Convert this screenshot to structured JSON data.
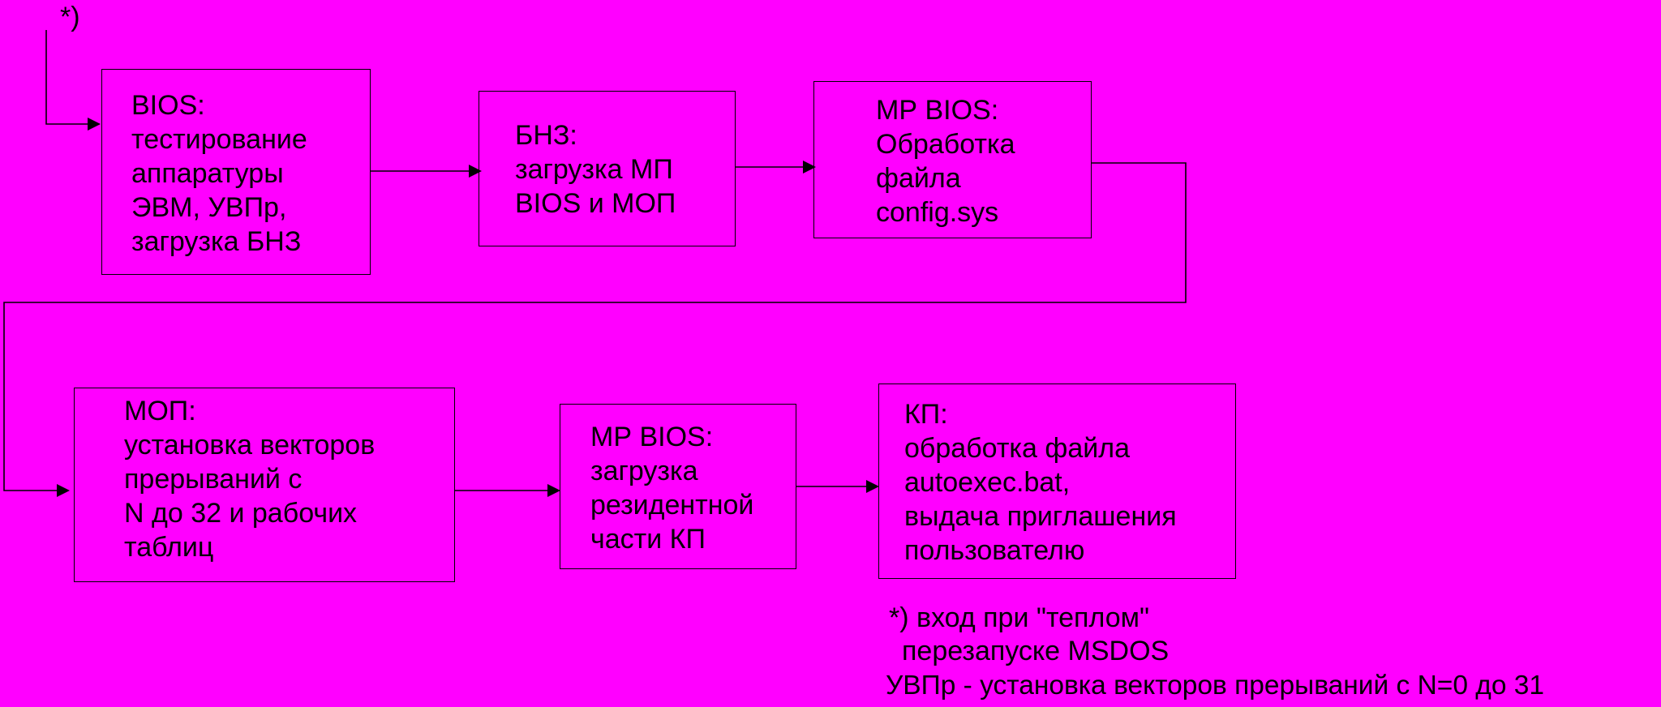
{
  "footnote_marker": "*)",
  "boxes": [
    {
      "id": "box-bios-test",
      "lines": [
        "BIOS:",
        "тестирование",
        "аппаратуры",
        "ЭВМ, УВПр,",
        "загрузка БНЗ"
      ]
    },
    {
      "id": "box-bnz-load",
      "lines": [
        "БНЗ:",
        "загрузка МП",
        "BIOS и МОП"
      ]
    },
    {
      "id": "box-mp-bios-config",
      "lines": [
        "МР BIOS:",
        "Обработка",
        "файла",
        "config.sys"
      ]
    },
    {
      "id": "box-mop-vectors",
      "lines": [
        "МОП:",
        "установка векторов",
        "прерываний с",
        "N до 32 и рабочих",
        "таблиц"
      ]
    },
    {
      "id": "box-mp-bios-resident",
      "lines": [
        "МР BIOS:",
        "загрузка",
        "резидентной",
        "части КП"
      ]
    },
    {
      "id": "box-kp-autoexec",
      "lines": [
        "КП:",
        "обработка файла",
        "autoexec.bat,",
        "выдача приглашения",
        "пользователю"
      ]
    }
  ],
  "notes": {
    "warm_restart_line1": "*) вход при \"теплом\"",
    "warm_restart_line2": "перезапуске MSDOS",
    "uvpr_definition": "УВПр - установка векторов прерываний с N=0 до 31"
  },
  "colors": {
    "background": "#ff00ff",
    "lines": "#000000",
    "text": "#000000"
  }
}
